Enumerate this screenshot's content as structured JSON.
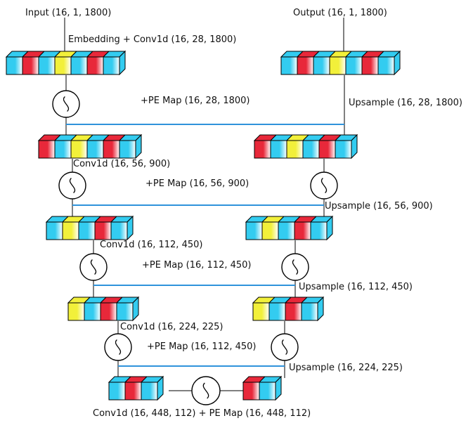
{
  "colors": {
    "cyan": "#33ccf0",
    "red": "#e8283a",
    "yellow": "#f2f03a",
    "skip_line": "#2f93db"
  },
  "icons": {
    "positional_encoding": "sine-wave-circle-icon",
    "feature_block": "colored-cube-stack"
  },
  "encoder": {
    "input_label": "Input (16, 1, 1800)",
    "levels": [
      {
        "op_label": "Embedding + Conv1d (16, 28, 1800)",
        "pe_label": "+PE Map (16, 28, 1800)",
        "blocks": [
          "cyan",
          "red",
          "cyan",
          "yellow",
          "cyan",
          "red",
          "cyan"
        ]
      },
      {
        "op_label": "Conv1d (16, 56, 900)",
        "pe_label": "+PE Map (16, 56, 900)",
        "blocks": [
          "red",
          "cyan",
          "yellow",
          "cyan",
          "red",
          "cyan"
        ]
      },
      {
        "op_label": "Conv1d (16, 112, 450)",
        "pe_label": "+PE Map (16, 112, 450)",
        "blocks": [
          "cyan",
          "yellow",
          "cyan",
          "red",
          "cyan"
        ]
      },
      {
        "op_label": "Conv1d (16, 224, 225)",
        "pe_label": "+PE Map (16, 112, 450)",
        "blocks": [
          "yellow",
          "cyan",
          "red",
          "cyan"
        ]
      }
    ]
  },
  "bottleneck": {
    "label": "Conv1d (16, 448, 112) + PE Map (16, 448, 112)",
    "left_blocks": [
      "cyan",
      "red",
      "cyan"
    ],
    "right_blocks": [
      "red",
      "cyan"
    ]
  },
  "decoder": {
    "output_label": "Output (16, 1, 1800)",
    "levels": [
      {
        "up_label": "Upsample (16, 28, 1800)",
        "blocks": [
          "cyan",
          "red",
          "cyan",
          "yellow",
          "cyan",
          "red",
          "cyan"
        ]
      },
      {
        "up_label": "Upsample (16, 56, 900)",
        "blocks": [
          "red",
          "cyan",
          "yellow",
          "cyan",
          "red",
          "cyan"
        ]
      },
      {
        "up_label": "Upsample (16, 112, 450)",
        "blocks": [
          "cyan",
          "yellow",
          "cyan",
          "red",
          "cyan"
        ]
      },
      {
        "up_label": "Upsample (16, 224, 225)",
        "blocks": [
          "yellow",
          "cyan",
          "red",
          "cyan"
        ]
      }
    ]
  }
}
